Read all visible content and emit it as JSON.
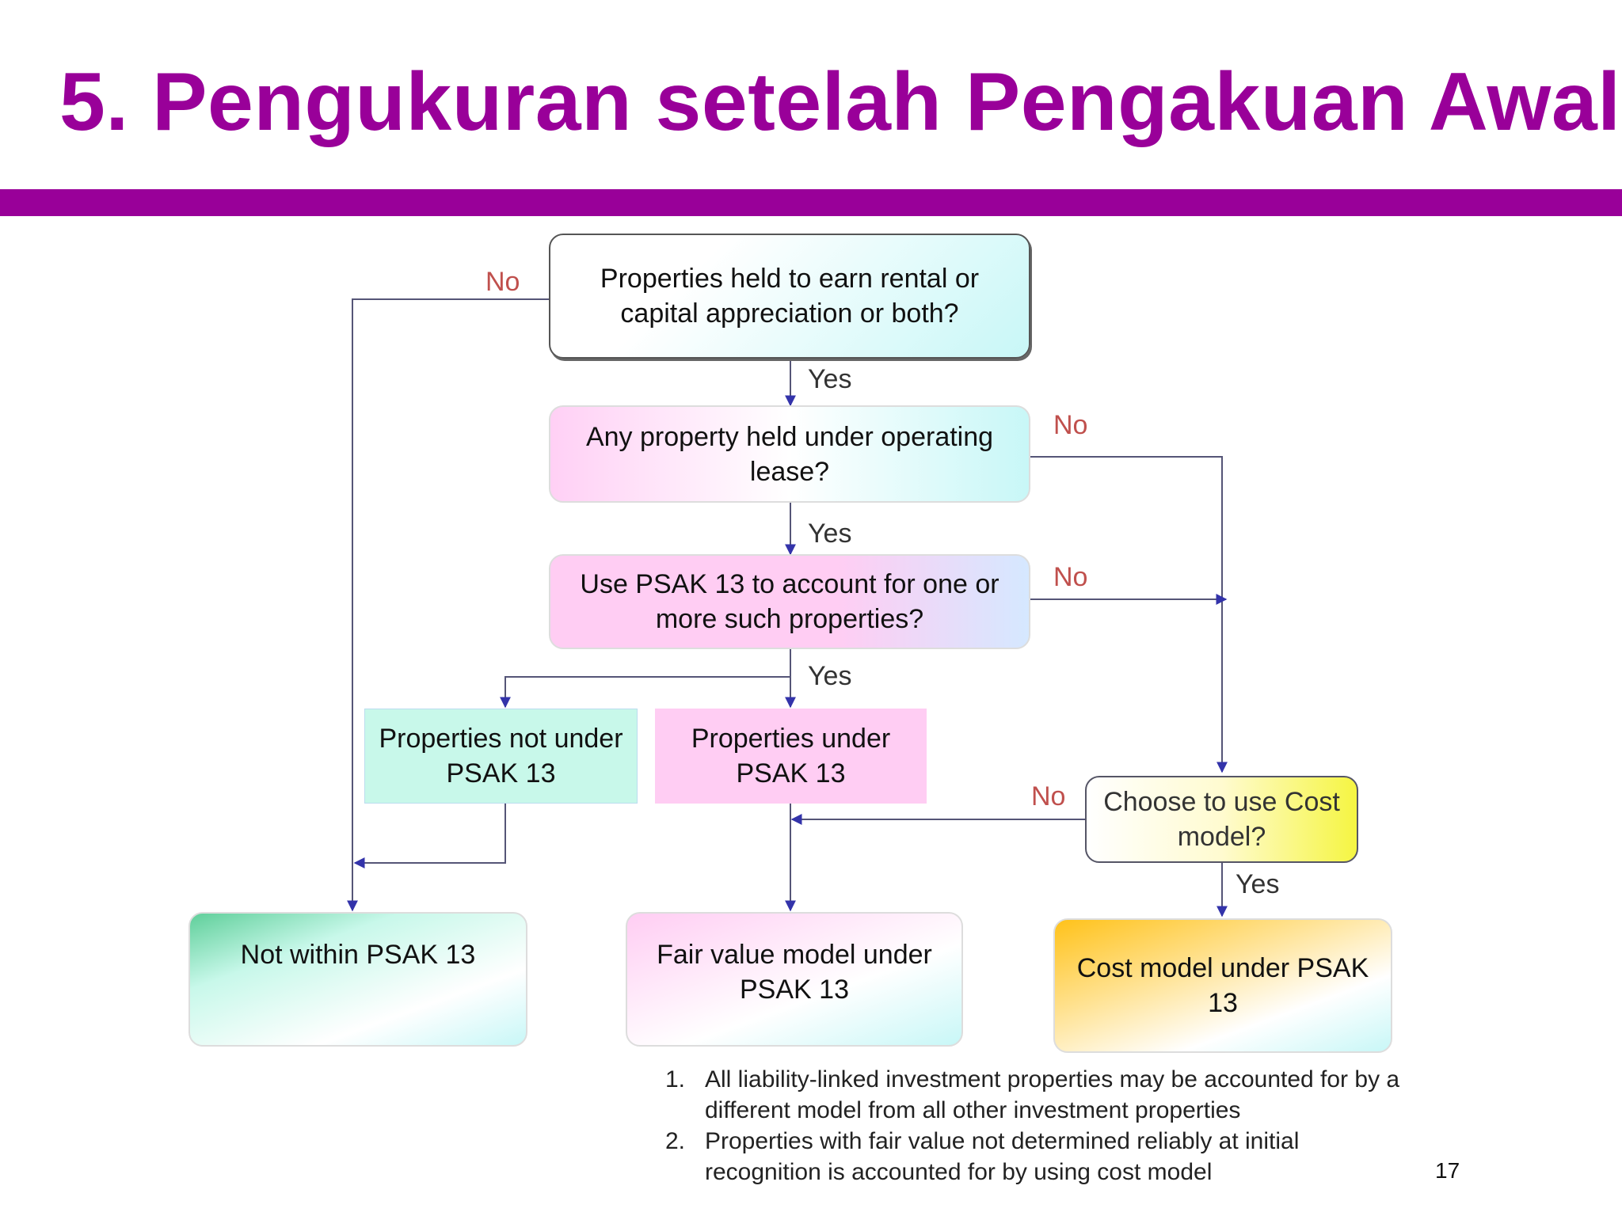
{
  "title": "5. Pengukuran setelah Pengakuan Awal",
  "colors": {
    "brand": "#990099",
    "no_label": "#c0504d",
    "arrow": "#3333aa",
    "line": "#555577"
  },
  "flowchart": {
    "q1": "Properties held to earn rental or capital appreciation or both?",
    "q2": "Any property held under operating lease?",
    "q3": "Use PSAK 13 to account for one or more such properties?",
    "not_under": "Properties not under PSAK 13",
    "under": "Properties  under PSAK 13",
    "q4": "Choose to use Cost model?",
    "out_not_within": "Not within PSAK 13",
    "out_fair_value": "Fair value model under PSAK 13",
    "out_cost": "Cost model under PSAK 13",
    "labels": {
      "no_q1": "No",
      "yes_q1": "Yes",
      "no_q2": "No",
      "yes_q2": "Yes",
      "no_q3": "No",
      "yes_q3": "Yes",
      "no_q4": "No",
      "yes_q4": "Yes"
    }
  },
  "notes": [
    {
      "num": "1.",
      "text": "All liability-linked investment properties may be accounted for by a different model from all other investment properties"
    },
    {
      "num": "2.",
      "text": "Properties with fair value not determined reliably at initial recognition is accounted for by using cost model"
    }
  ],
  "page_number": "17"
}
